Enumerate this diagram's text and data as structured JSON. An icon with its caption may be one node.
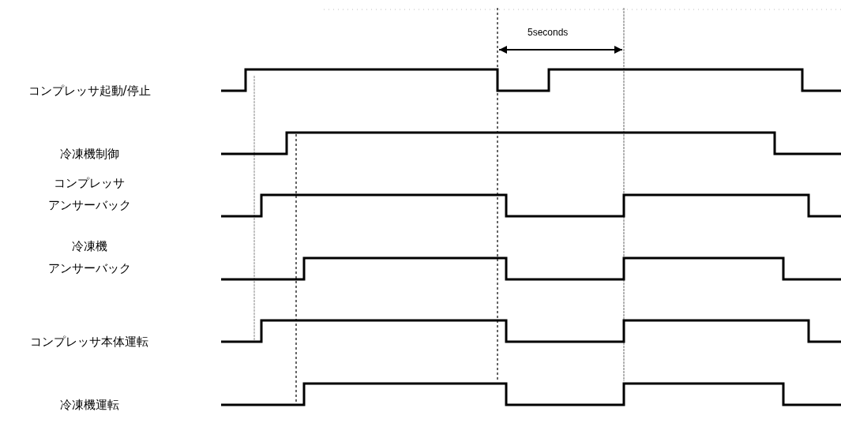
{
  "diagram": {
    "labels": [
      "5seconds",
      "コンプレッサ起動/停止",
      "冷凍機制御",
      "コンプレッサアンサーバック",
      "冷凍機アンサーバック",
      "コンプレッサ本体運転",
      "冷凍機運転"
    ]
  }
}
